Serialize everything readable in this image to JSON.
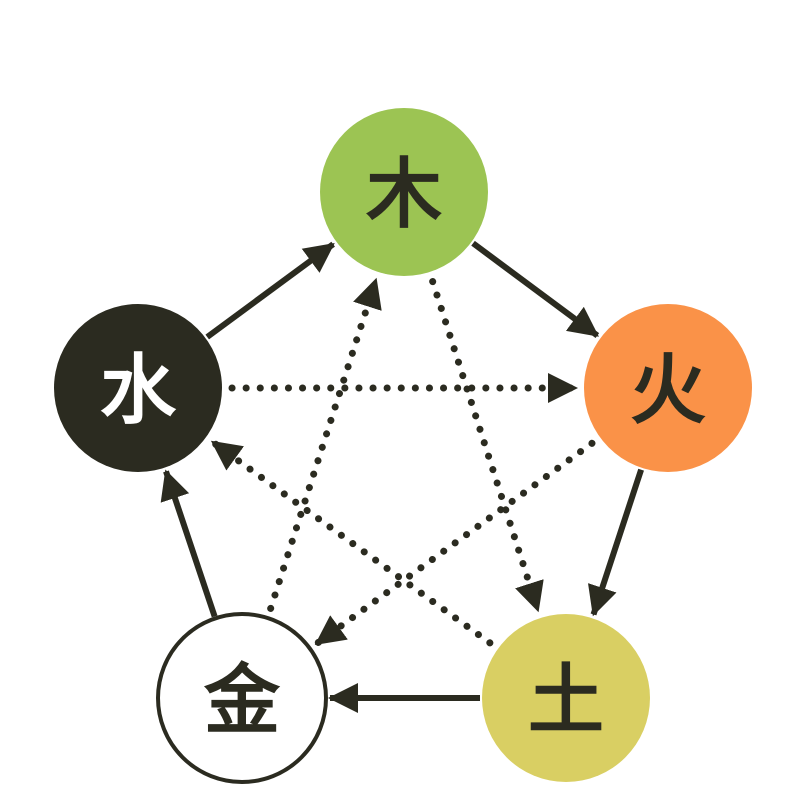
{
  "diagram": {
    "nodes": [
      {
        "id": "wood",
        "label": "木",
        "fill": "#9cc453",
        "stroke": "none",
        "text_color": "#2b2b20"
      },
      {
        "id": "fire",
        "label": "火",
        "fill": "#fa9248",
        "stroke": "none",
        "text_color": "#2b2b20"
      },
      {
        "id": "earth",
        "label": "土",
        "fill": "#d9cf63",
        "stroke": "none",
        "text_color": "#2b2b20"
      },
      {
        "id": "metal",
        "label": "金",
        "fill": "#ffffff",
        "stroke": "#2b2b20",
        "text_color": "#2b2b20"
      },
      {
        "id": "water",
        "label": "水",
        "fill": "#2b2b20",
        "stroke": "none",
        "text_color": "#ffffff"
      }
    ],
    "generating_cycle": [
      {
        "from": "wood",
        "to": "fire"
      },
      {
        "from": "fire",
        "to": "earth"
      },
      {
        "from": "earth",
        "to": "metal"
      },
      {
        "from": "metal",
        "to": "water"
      },
      {
        "from": "water",
        "to": "wood"
      }
    ],
    "controlling_cycle": [
      {
        "from": "water",
        "to": "fire"
      },
      {
        "from": "fire",
        "to": "metal"
      },
      {
        "from": "metal",
        "to": "wood"
      },
      {
        "from": "wood",
        "to": "earth"
      },
      {
        "from": "earth",
        "to": "water"
      }
    ],
    "colors": {
      "arrow": "#2b2b20"
    }
  }
}
